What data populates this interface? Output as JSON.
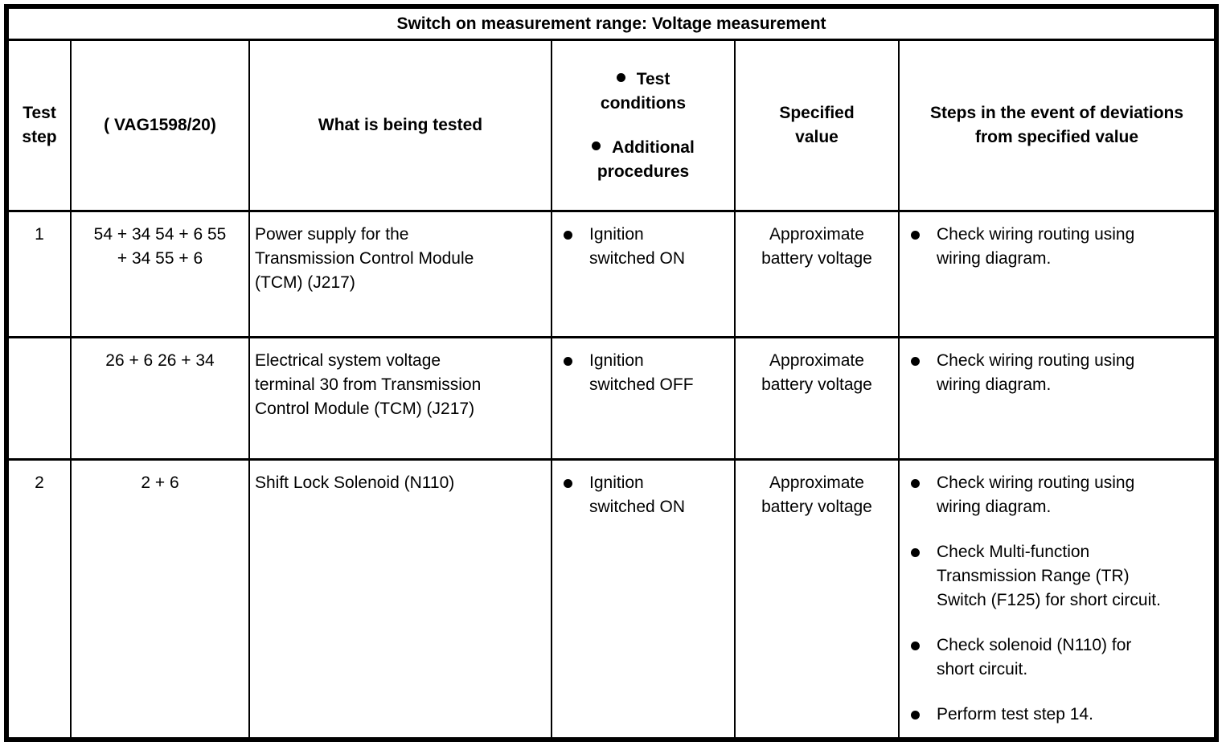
{
  "table": {
    "title": "Switch on measurement range: Voltage measurement",
    "header": {
      "test_step": "Test\nstep",
      "meter_sockets": "( VAG1598/20)",
      "tested": "What is being tested",
      "conditions_items": [
        "Test\nconditions",
        "Additional\nprocedures"
      ],
      "specified_value": "Specified\nvalue",
      "deviation_steps": "Steps in the event of deviations\nfrom specified value"
    },
    "rows": [
      {
        "test_step": "1",
        "meter_sockets": "54 + 34 54 + 6 55\n+ 34 55 + 6",
        "tested": "Power supply for the\nTransmission Control Module\n(TCM) (J217)",
        "conditions": [
          "Ignition\nswitched ON"
        ],
        "specified_value": "Approximate\nbattery voltage",
        "deviation_steps": [
          "Check wiring routing using\nwiring diagram."
        ]
      },
      {
        "test_step": "",
        "meter_sockets": "26 + 6 26 + 34",
        "tested": "Electrical system voltage\nterminal 30 from Transmission\nControl Module (TCM) (J217)",
        "conditions": [
          "Ignition\nswitched OFF"
        ],
        "specified_value": "Approximate\nbattery voltage",
        "deviation_steps": [
          "Check wiring routing using\nwiring diagram."
        ]
      },
      {
        "test_step": "2",
        "meter_sockets": "2 + 6",
        "tested": "Shift Lock Solenoid (N110)",
        "conditions": [
          "Ignition\nswitched ON"
        ],
        "specified_value": "Approximate\nbattery voltage",
        "deviation_steps": [
          "Check wiring routing using\nwiring diagram.",
          "Check Multi-function\nTransmission Range (TR)\nSwitch (F125) for short circuit.",
          "Check solenoid (N110) for\nshort circuit.",
          "Perform test step 14."
        ]
      }
    ]
  }
}
